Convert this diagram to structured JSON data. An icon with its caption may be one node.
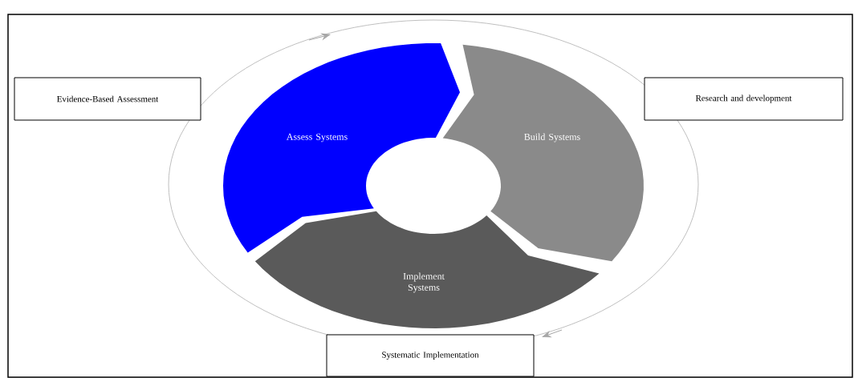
{
  "diagram": {
    "nodes": [
      {
        "text": [
          "Evidence-Based Assessment"
        ]
      },
      {
        "text": [
          "Research and development"
        ]
      },
      {
        "text": [
          "Assess Systems"
        ]
      },
      {
        "text": [
          "Build Systems"
        ]
      },
      {
        "text": [
          "Implement Systems"
        ]
      },
      {
        "text": [
          "Systematic Implementation"
        ]
      }
    ]
  }
}
